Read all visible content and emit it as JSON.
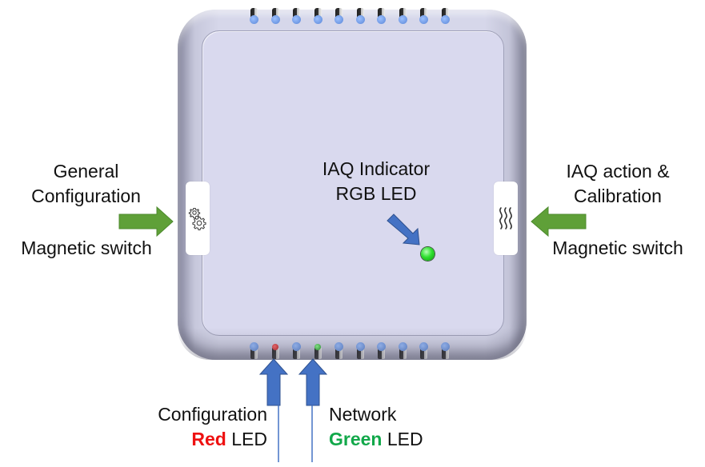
{
  "diagram": {
    "left": {
      "title_line1": "General",
      "title_line2": "Configuration",
      "subtitle": "Magnetic switch",
      "switch_icon": "gears-icon",
      "arrow_color": "#5fa038"
    },
    "right": {
      "title_line1": "IAQ action &",
      "title_line2": "Calibration",
      "subtitle": "Magnetic switch",
      "switch_icon": "wavy-lines-icon",
      "arrow_color": "#5fa038"
    },
    "center": {
      "title_line1": "IAQ Indicator",
      "title_line2": "RGB LED",
      "led_color": "#2fe02f",
      "arrow_color": "#4472c4"
    },
    "bottom_left": {
      "line1": "Configuration",
      "color_word": "Red",
      "suffix": " LED",
      "color_word_color": "#ee1111"
    },
    "bottom_right": {
      "line1": "Network",
      "color_word": "Green",
      "suffix": " LED",
      "color_word_color": "#12a84a"
    },
    "vent_count_top": 10,
    "vent_count_bottom": 10
  }
}
